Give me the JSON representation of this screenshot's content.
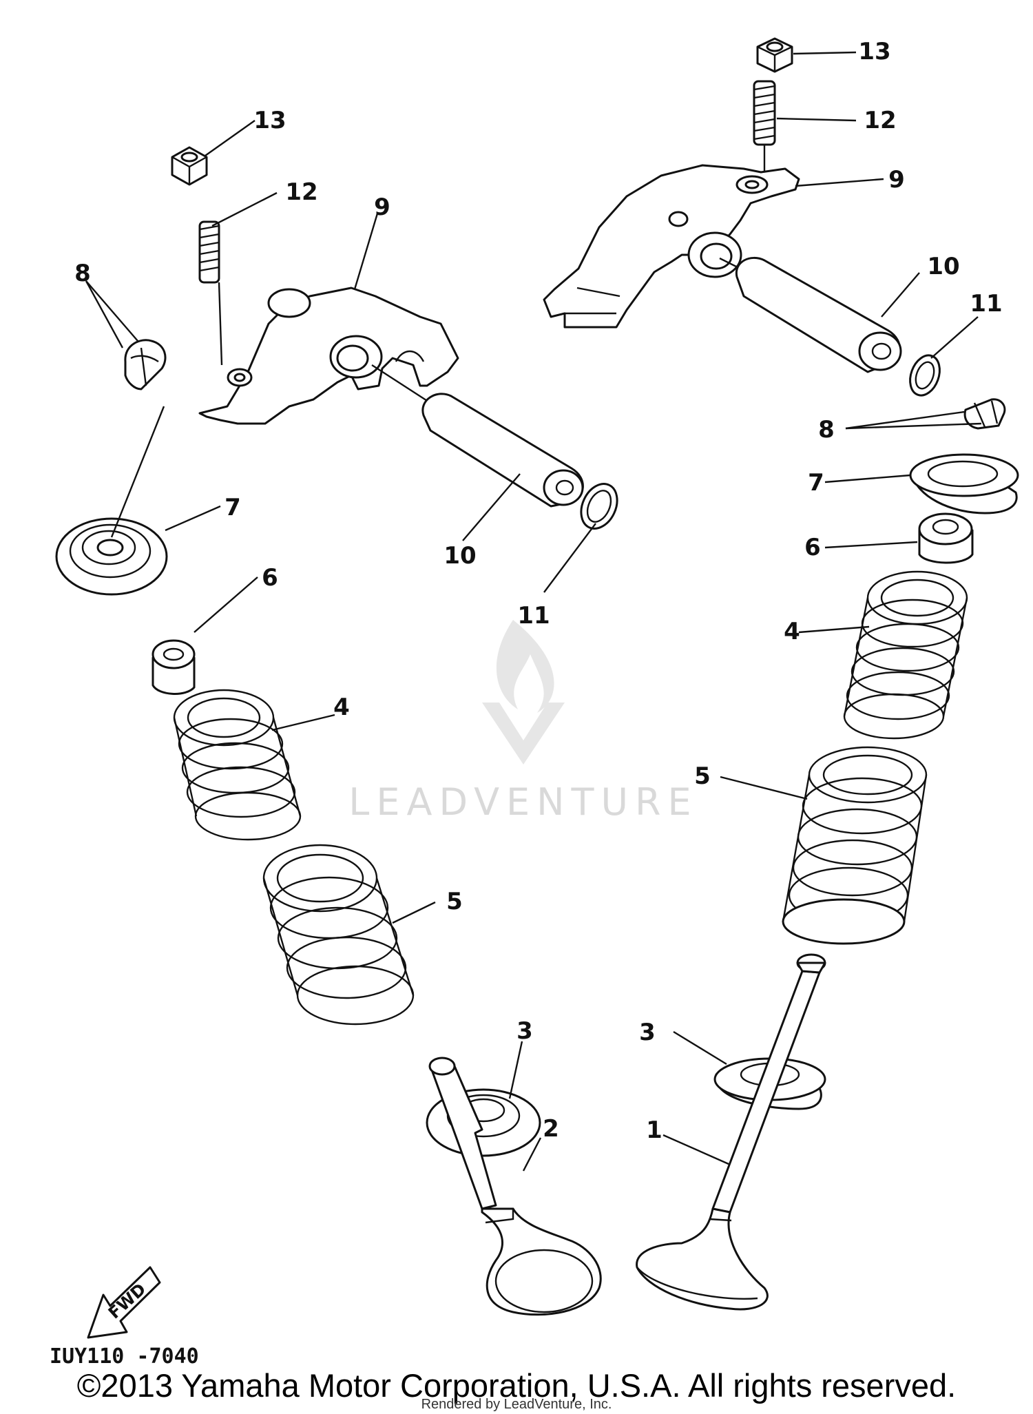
{
  "diagram": {
    "callouts": [
      "1",
      "2",
      "3",
      "3",
      "4",
      "4",
      "5",
      "5",
      "6",
      "6",
      "7",
      "7",
      "8",
      "8",
      "9",
      "9",
      "10",
      "10",
      "11",
      "11",
      "12",
      "12",
      "13",
      "13"
    ],
    "direction_label": "FWD",
    "diagram_code": "IUY110 -7040",
    "watermark": "LEADVENTURE",
    "watermark_icon": "flame-v-logo"
  },
  "footer": {
    "copyright": "©2013 Yamaha Motor Corporation, U.S.A. All rights reserved.",
    "rendered_by": "Rendered by LeadVenture, Inc."
  }
}
